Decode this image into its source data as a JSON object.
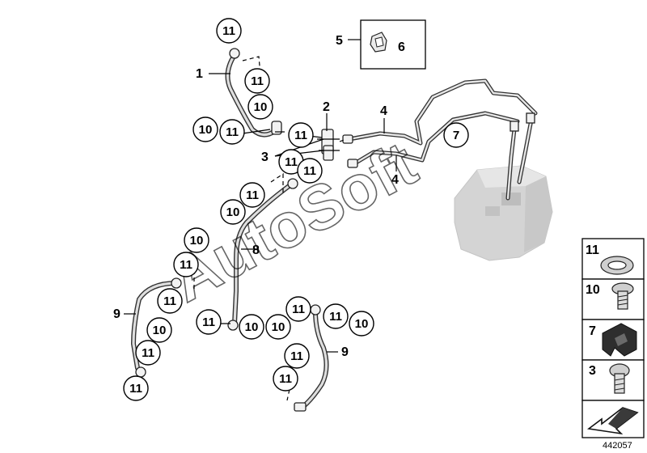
{
  "diagram": {
    "part_labels": {
      "p1": "1",
      "p2": "2",
      "p3": "3",
      "p4a": "4",
      "p4b": "4",
      "p5": "5",
      "p6": "6",
      "p8": "8",
      "p9a": "9",
      "p9b": "9"
    },
    "callouts": [
      "11",
      "11",
      "10",
      "10",
      "11",
      "11",
      "11",
      "11",
      "10",
      "10",
      "11",
      "11",
      "10",
      "11",
      "7",
      "11",
      "11",
      "10",
      "11",
      "11",
      "10",
      "10",
      "11",
      "11",
      "11"
    ],
    "watermark": "AutoSoft",
    "drawing_number": "442057"
  },
  "legend": [
    {
      "number": "11",
      "part": "sealing-ring"
    },
    {
      "number": "10",
      "part": "hollow-bolt"
    },
    {
      "number": "7",
      "part": "bracket"
    },
    {
      "number": "3",
      "part": "screw"
    },
    {
      "number": "",
      "part": "direction-arrow"
    }
  ]
}
